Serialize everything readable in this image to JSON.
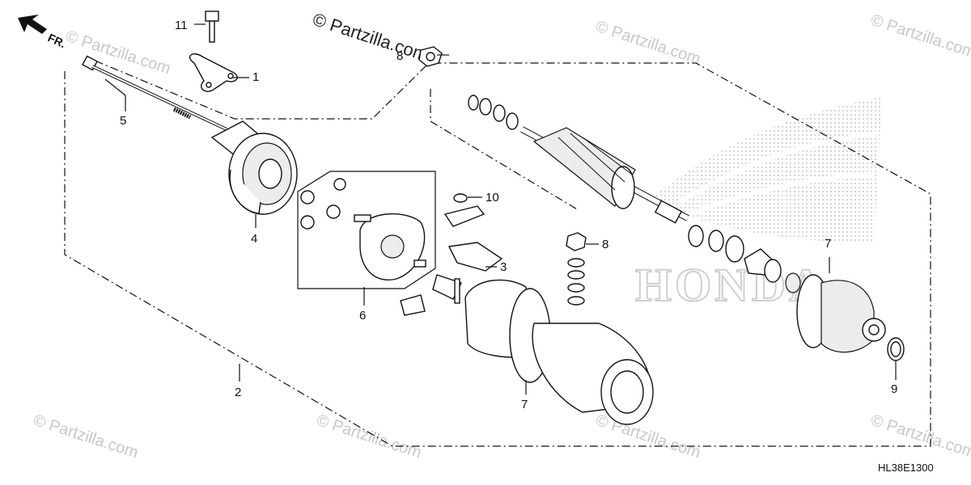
{
  "diagram": {
    "front_marker": "FR.",
    "diagram_code": "HL38E1300",
    "brand_watermark": "HONDA",
    "watermark_main": "© Partzilla.com",
    "watermark_repeat": "© Partzilla.com",
    "callouts": {
      "c1": "1",
      "c2": "2",
      "c3": "3",
      "c4": "4",
      "c5": "5",
      "c6": "6",
      "c7a": "7",
      "c7b": "7",
      "c8a": "8",
      "c8b": "8",
      "c9": "9",
      "c10": "10",
      "c11": "11"
    }
  }
}
